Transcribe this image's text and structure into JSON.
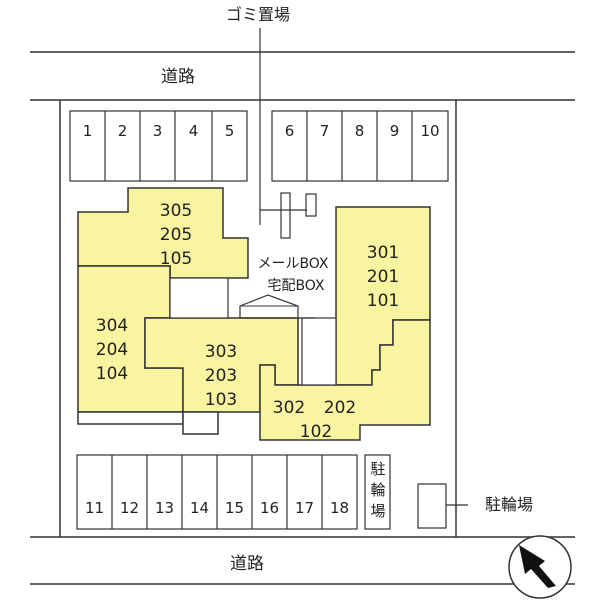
{
  "labels": {
    "garbage": "ゴミ置場",
    "road_top": "道路",
    "road_bottom": "道路",
    "mailbox_line1": "メールBOX",
    "mailbox_line2": "宅配BOX",
    "bike_parking_inside": [
      "駐",
      "輪",
      "場"
    ],
    "bike_parking_outside": "駐輪場"
  },
  "parking_top": [
    "1",
    "2",
    "3",
    "4",
    "5",
    "6",
    "7",
    "8",
    "9",
    "10"
  ],
  "parking_bottom": [
    "11",
    "12",
    "13",
    "14",
    "15",
    "16",
    "17",
    "18"
  ],
  "units": {
    "block_a": [
      "305",
      "205",
      "105"
    ],
    "block_b": [
      "304",
      "204",
      "104"
    ],
    "block_c": [
      "303",
      "203",
      "103"
    ],
    "block_d": [
      "301",
      "201",
      "101"
    ],
    "block_e_row1": [
      "302",
      "202"
    ],
    "block_e_row2": "102"
  },
  "colors": {
    "building_fill": "#f8f4a0",
    "line": "#333333"
  },
  "icons": {
    "compass": "north-arrow-icon"
  }
}
